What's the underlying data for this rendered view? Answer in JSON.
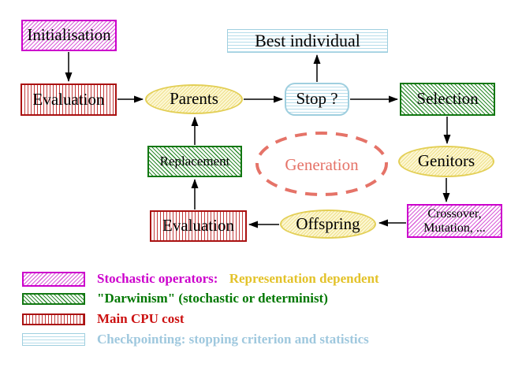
{
  "nodes": {
    "initialisation": {
      "label": "Initialisation"
    },
    "evaluation_top": {
      "label": "Evaluation"
    },
    "parents": {
      "label": "Parents"
    },
    "stop": {
      "label": "Stop ?"
    },
    "best_individual": {
      "label": "Best individual"
    },
    "selection": {
      "label": "Selection"
    },
    "genitors": {
      "label": "Genitors"
    },
    "crossover": {
      "line1": "Crossover,",
      "line2": "Mutation, ..."
    },
    "offspring": {
      "label": "Offspring"
    },
    "evaluation_bottom": {
      "label": "Evaluation"
    },
    "replacement": {
      "label": "Replacement"
    },
    "generation": {
      "label": "Generation"
    }
  },
  "legend": {
    "items": [
      {
        "swatch": "magenta-diagonal-hatch",
        "text_primary": "Stochastic operators:",
        "text_secondary": "Representation dependent",
        "color_primary": "#cc00cc",
        "color_secondary": "#e3c229"
      },
      {
        "swatch": "green-diagonal-hatch",
        "text_primary": "\"Darwinism\" (stochastic or determinist)",
        "color_primary": "#007700"
      },
      {
        "swatch": "red-vertical-hatch",
        "text_primary": "Main CPU cost",
        "color_primary": "#cc1111"
      },
      {
        "swatch": "cyan-horizontal-hatch",
        "text_primary": "Checkpointing: stopping criterion and statistics",
        "color_primary": "#9fc8de"
      }
    ]
  },
  "colors": {
    "magenta_border": "#cc00cc",
    "green_border": "#117711",
    "red_border": "#aa1111",
    "cyan_border": "#9fcfdf",
    "yellow_border": "#e3cf56",
    "generation_salmon": "#e57368",
    "arrow_black": "#000000",
    "background": "#ffffff"
  }
}
